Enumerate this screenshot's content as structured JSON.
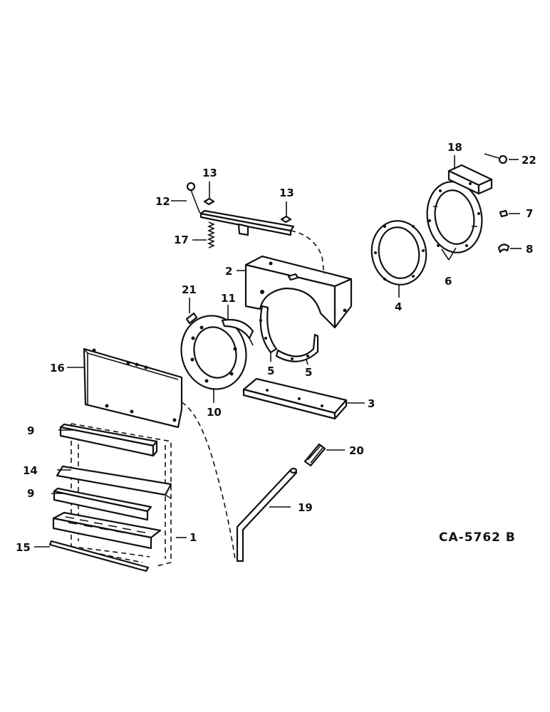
{
  "callouts": {
    "c1": "1",
    "c2": "2",
    "c3": "3",
    "c4": "4",
    "c5a": "5",
    "c5b": "5",
    "c6": "6",
    "c7": "7",
    "c8": "8",
    "c9a": "9",
    "c9b": "9",
    "c10": "10",
    "c11": "11",
    "c12": "12",
    "c13a": "13",
    "c13b": "13",
    "c14": "14",
    "c15": "15",
    "c16": "16",
    "c17": "17",
    "c18": "18",
    "c19": "19",
    "c20": "20",
    "c21": "21",
    "c22": "22"
  },
  "reference": "CA-5762 B"
}
